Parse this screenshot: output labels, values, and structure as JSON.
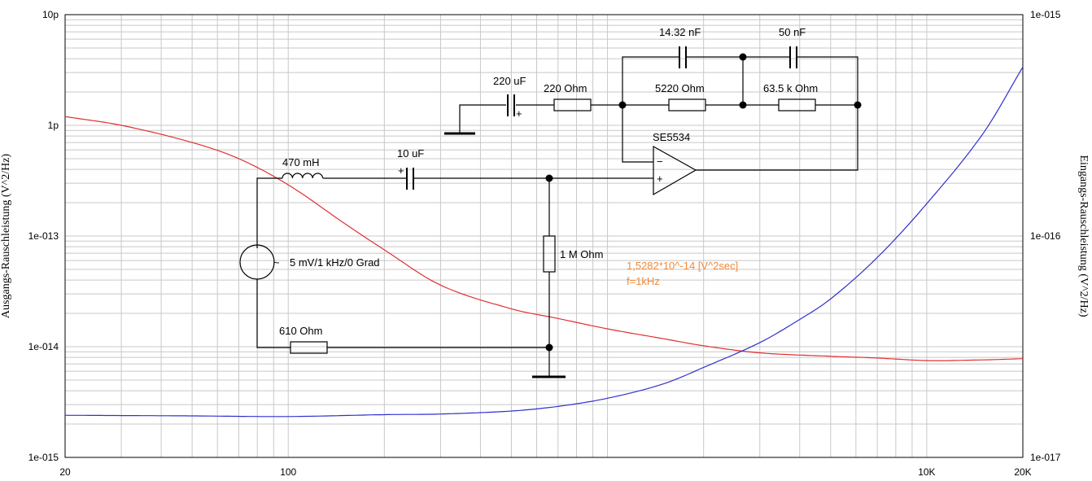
{
  "chart_data": {
    "type": "line",
    "title": "",
    "x_scale": "log",
    "xlim": [
      20,
      20000
    ],
    "x_tick_labels": [
      "20",
      "100",
      "10K",
      "20K"
    ],
    "x_tick_values": [
      20,
      100,
      10000,
      20000
    ],
    "y_left": {
      "label": "Ausgangs-Rauschleistung (V^2/Hz)",
      "scale": "log",
      "ylim": [
        1e-15,
        1e-11
      ],
      "tick_labels": [
        "10p",
        "1p",
        "1e-013",
        "1e-014",
        "1e-015"
      ],
      "tick_values": [
        1e-11,
        1e-12,
        1e-13,
        1e-14,
        1e-15
      ]
    },
    "y_right": {
      "label": "Eingangs-Rauschleistung (V^2/Hz)",
      "scale": "log",
      "ylim": [
        1e-17,
        1e-15
      ],
      "tick_labels": [
        "1e-015",
        "1e-016",
        "1e-017"
      ],
      "tick_values": [
        1e-15,
        1e-16,
        1e-17
      ]
    },
    "grid": true,
    "series": [
      {
        "color": "#e03030",
        "axis": "left",
        "x": [
          20,
          30,
          50,
          70,
          100,
          150,
          200,
          300,
          500,
          700,
          1000,
          1500,
          2000,
          3000,
          5000,
          7000,
          10000,
          15000,
          20000
        ],
        "y": [
          1.2e-12,
          1e-12,
          7e-13,
          5e-13,
          2.9e-13,
          1.3e-13,
          7.5e-14,
          3.6e-14,
          2.2e-14,
          1.8e-14,
          1.45e-14,
          1.18e-14,
          1.02e-14,
          8.8e-15,
          8.2e-15,
          7.9e-15,
          7.5e-15,
          7.6e-15,
          7.8e-15
        ]
      },
      {
        "color": "#3030d0",
        "axis": "right",
        "x": [
          20,
          50,
          100,
          200,
          300,
          500,
          700,
          1000,
          1500,
          2000,
          3000,
          4000,
          5000,
          7000,
          10000,
          15000,
          20000
        ],
        "y": [
          1.55e-17,
          1.54e-17,
          1.53e-17,
          1.56e-17,
          1.57e-17,
          1.62e-17,
          1.7e-17,
          1.85e-17,
          2.15e-17,
          2.55e-17,
          3.3e-17,
          4.2e-17,
          5.2e-17,
          8e-17,
          1.4e-16,
          2.9e-16,
          5.8e-16
        ]
      }
    ]
  },
  "annotation": {
    "line1": "1,5282*10^-14 [V^2sec]",
    "line2": "f=1kHz"
  },
  "circuit": {
    "cap_220uf": "220 uF",
    "res_220": "220  Ohm",
    "cap_1432nf": "14.32 nF",
    "cap_50nf": "50 nF",
    "res_5220": "5220  Ohm",
    "res_63k5": "63.5 k Ohm",
    "opamp": "SE5534",
    "ind_470mh": "470 mH",
    "cap_10uf": "10 uF",
    "source": "5 mV/1 kHz/0 Grad",
    "res_1m": "1 M Ohm",
    "res_610": "610  Ohm",
    "minus": "−",
    "plus": "+"
  },
  "colors": {
    "grid": "#c8c8c8",
    "red_curve": "#e03030",
    "blue_curve": "#3030d0",
    "annotation": "#f08a3c"
  }
}
